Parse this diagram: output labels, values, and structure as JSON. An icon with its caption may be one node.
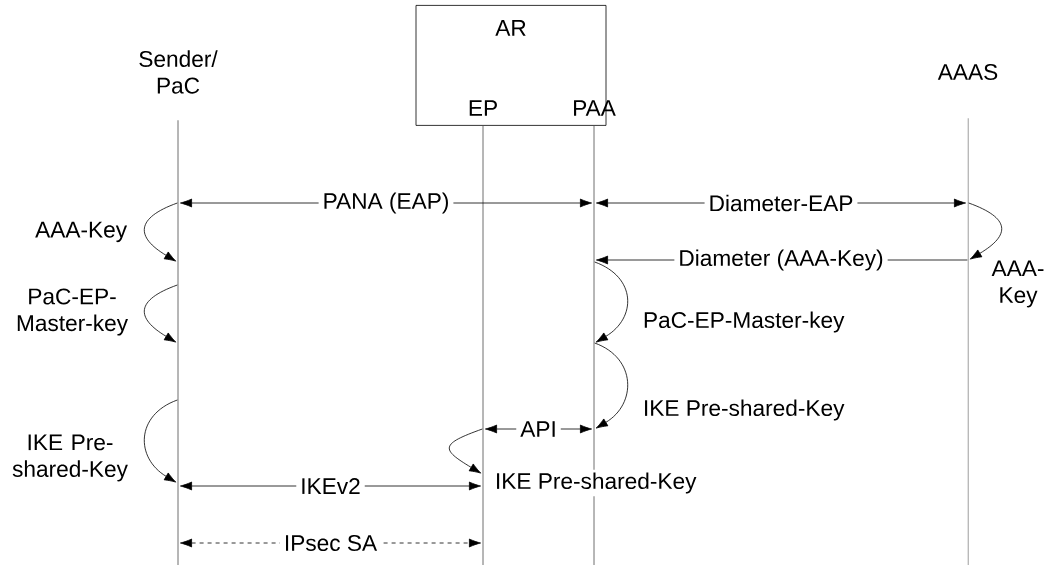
{
  "diagram": {
    "nodes": [
      {
        "text": [
          "AR"
        ]
      },
      {
        "text": [
          "Sender/ PaC"
        ]
      },
      {
        "text": [
          "EP"
        ],
        "in": 0
      },
      {
        "text": [
          "PAA"
        ],
        "in": 0
      },
      {
        "text": [
          "AAAS"
        ]
      },
      {
        "text": [],
        "shape": "line"
      },
      {
        "text": [],
        "shape": "line"
      },
      {
        "text": [],
        "shape": "line"
      },
      {
        "text": [],
        "shape": "line"
      }
    ],
    "edges": [
      {
        "from": 5,
        "to": 7,
        "arrow": "both",
        "label": "PANA (EAP)"
      },
      {
        "from": 7,
        "to": 8,
        "arrow": "both",
        "label": "Diameter-EAP"
      },
      {
        "from": 5,
        "to": 5,
        "arrow": "to",
        "label": "AAA-Key"
      },
      {
        "from": 8,
        "to": 8,
        "arrow": "to",
        "label": "AAA-Key"
      },
      {
        "from": 8,
        "to": 7,
        "arrow": "to",
        "label": "Diameter (AAA-Key)"
      },
      {
        "from": 5,
        "to": 5,
        "arrow": "to",
        "label": "PaC-EP-Master-key"
      },
      {
        "from": 7,
        "to": 7,
        "arrow": "to",
        "label": "PaC-EP-Master-key"
      },
      {
        "from": 5,
        "to": 5,
        "arrow": "to",
        "label": "IKE Pre-shared-Key"
      },
      {
        "from": 7,
        "to": 7,
        "arrow": "to",
        "label": "IKE Pre-shared-Key"
      },
      {
        "from": 6,
        "to": 7,
        "arrow": "both",
        "label": "API"
      },
      {
        "from": 6,
        "to": 6,
        "arrow": "to",
        "label": "IKE Pre-shared-Key"
      },
      {
        "from": 5,
        "to": 6,
        "arrow": "both",
        "label": "IKEv2"
      },
      {
        "from": 5,
        "to": 6,
        "arrow": "both",
        "label": "IPsec SA",
        "style": "dashed"
      }
    ]
  }
}
